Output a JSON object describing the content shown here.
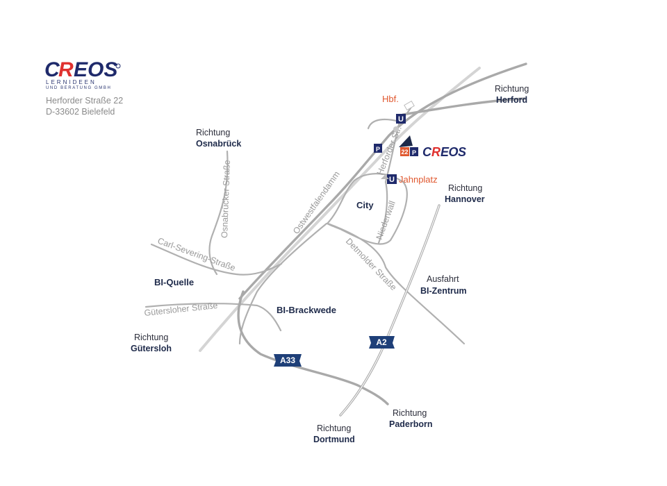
{
  "company": {
    "logo_text": "CREOS",
    "tagline_line1": "LERNIDEEN",
    "tagline_line2": "UND BERATUNG GMBH",
    "address_line1": "Herforder Straße 22",
    "address_line2": "D-33602 Bielefeld"
  },
  "directions": {
    "herford": {
      "prefix": "Richtung",
      "name": "Herford"
    },
    "osnabrueck": {
      "prefix": "Richtung",
      "name": "Osnabrück"
    },
    "hannover": {
      "prefix": "Richtung",
      "name": "Hannover"
    },
    "guetersloh": {
      "prefix": "Richtung",
      "name": "Gütersloh"
    },
    "dortmund": {
      "prefix": "Richtung",
      "name": "Dortmund"
    },
    "paderborn": {
      "prefix": "Richtung",
      "name": "Paderborn"
    },
    "exit_center": {
      "prefix": "Ausfahrt",
      "name": "BI-Zentrum"
    }
  },
  "places": {
    "city": "City",
    "bi_quelle": "BI-Quelle",
    "bi_brackwede": "BI-Brackwede"
  },
  "stations": {
    "hbf": "Hbf.",
    "jahnplatz": "Jahnplatz",
    "ubahn_symbol": "U"
  },
  "streets": {
    "osnabruecker": "Osnabrücker Straße",
    "ostwestfalendamm": "Ostwestfalendamm",
    "herforder": "Herforder Str.",
    "niederwall": "Niederwall",
    "detmolder": "Detmolder Straße",
    "carl_severing": "Carl-Severing-Straße",
    "guetersloher": "Gütersloher Straße"
  },
  "highways": {
    "a2": "A2",
    "a33": "A33"
  },
  "markers": {
    "house_number": "22",
    "parking_symbol": "P"
  },
  "colors": {
    "brand_blue": "#1f2a6b",
    "brand_red": "#e0312f",
    "station_orange": "#e0582f",
    "highway_blue": "#1e3f78",
    "road_gray": "#a9a9a9"
  }
}
